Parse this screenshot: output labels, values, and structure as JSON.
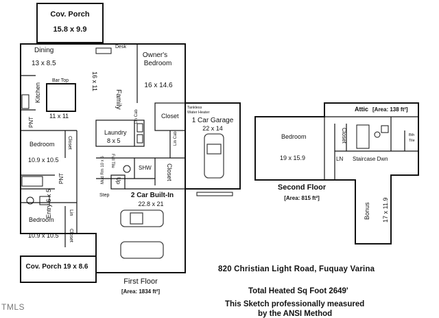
{
  "rooms": {
    "cov_porch_top": {
      "name": "Cov. Porch",
      "dims": "15.8 x 9.9"
    },
    "dining": {
      "name": "Dining",
      "dims": "13 x 8.5"
    },
    "desk": {
      "name": "Desk"
    },
    "bar_top": {
      "name": "Bar Top"
    },
    "kitchen": {
      "name": "Kitchen",
      "dims": "11 x 11"
    },
    "family": {
      "name": "Family",
      "dims": "16 x 11"
    },
    "owners_bedroom": {
      "name_line1": "Owner's",
      "name_line2": "Bedroom",
      "dims": "16 x 14.6"
    },
    "pnt_1": {
      "name": "PNT"
    },
    "pnt_2": {
      "name": "PNT"
    },
    "laundry": {
      "name": "Laundry",
      "dims": "8 x 5"
    },
    "lin_cab_1": {
      "name": "Lin Cab"
    },
    "closet_owner": {
      "name": "Closet"
    },
    "lin_cab_2": {
      "name": "Lin Cab"
    },
    "bedroom_1": {
      "name": "Bedroom",
      "dims": "10.9 x 10.5"
    },
    "closet_1": {
      "name": "Closet"
    },
    "mud_rm": {
      "name": "Mud Rm 10 x 6"
    },
    "full_tile": {
      "name": "Full Tile"
    },
    "shw": {
      "name": "SHW"
    },
    "closet_shw": {
      "name": "Closet"
    },
    "up": {
      "name": "Up"
    },
    "step": {
      "name": "Step"
    },
    "entry": {
      "name": "Entry 6 x 5"
    },
    "bedroom_2": {
      "name": "Bedroom",
      "dims": "10.9 x 10.5"
    },
    "lin": {
      "name": "Lin"
    },
    "closet_2": {
      "name": "Closet"
    },
    "cov_porch_bottom": {
      "name": "Cov. Porch 19 x 8.6"
    },
    "garage_1": {
      "note_line1": "Tankless",
      "note_line2": "Water Heater",
      "name": "1 Car Garage",
      "dims": "22 x 14"
    },
    "garage_2": {
      "name": "2 Car Built-In",
      "dims": "22.8 x 21"
    },
    "bedroom_up": {
      "name": "Bedroom",
      "dims": "19 x 15.9"
    },
    "closet_up": {
      "name": "Closet"
    },
    "attic": {
      "name": "Attic",
      "area": "[Area: 138 ft²]"
    },
    "bth_tile": {
      "name_line1": "Bth",
      "name_line2": "Tile"
    },
    "ln_up": {
      "name": "LN"
    },
    "staircase": {
      "name": "Staircase Dwn"
    },
    "bonus": {
      "name": "Bonus",
      "dims": "17 x 11.9"
    }
  },
  "floors": {
    "first": {
      "name": "First Floor",
      "area": "[Area: 1834 ft²]"
    },
    "second": {
      "name": "Second Floor",
      "area": "[Area: 815 ft²]"
    }
  },
  "info": {
    "address": "820 Christian Light Road, Fuquay Varina",
    "total": "Total Heated Sq Foot 2649'",
    "measured_line1": "This Sketch professionally measured",
    "measured_line2": "by the ANSI Method"
  },
  "watermark": "TMLS"
}
